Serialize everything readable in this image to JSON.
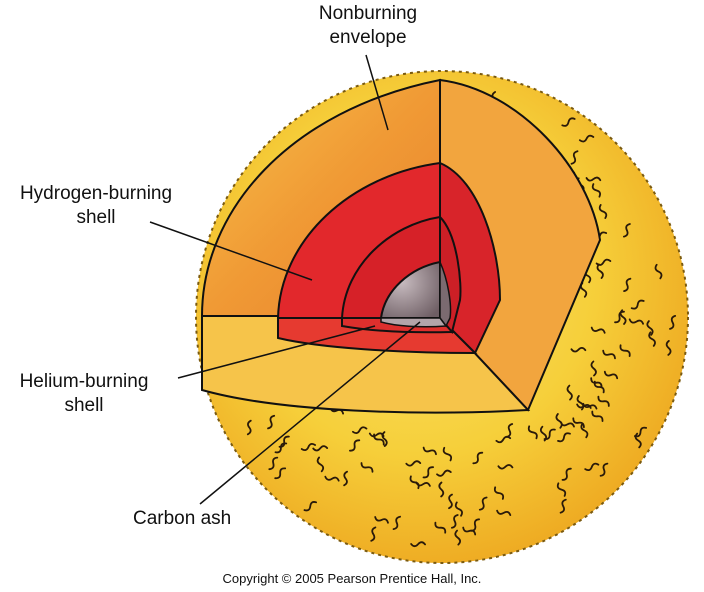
{
  "labels": {
    "nonburning": [
      "Nonburning",
      "envelope"
    ],
    "hydrogen": [
      "Hydrogen-burning",
      "shell"
    ],
    "helium": [
      "Helium-burning",
      "shell"
    ],
    "carbon": "Carbon ash"
  },
  "copyright": "Copyright © 2005 Pearson Prentice Hall, Inc.",
  "colors": {
    "surface_yellow": "#f7d23a",
    "envelope_orange": "#f3a83a",
    "burning_red": "#e0262a",
    "core_gray": "#8a7a80",
    "outline": "#111111"
  }
}
